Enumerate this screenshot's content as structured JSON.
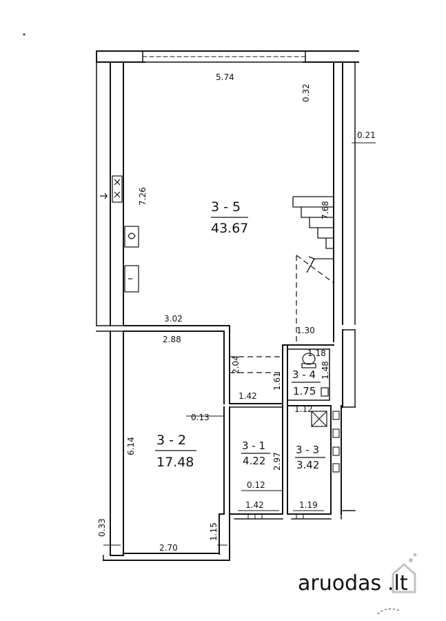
{
  "rooms": [
    {
      "id": "3 - 5",
      "area": "43.67"
    },
    {
      "id": "3 - 2",
      "area": "17.48"
    },
    {
      "id": "3 - 1",
      "area": "4.22"
    },
    {
      "id": "3 - 3",
      "area": "3.42"
    },
    {
      "id": "3 - 4",
      "area": "1.75"
    }
  ],
  "dimensions": {
    "top_width": "5.74",
    "top_right_depth": "0.32",
    "right_wall": "0.21",
    "main_height": "7.26",
    "stair_length": "7.68",
    "hall_width": "3.02",
    "bath_width": "1.30",
    "room2_width": "2.88",
    "corridor_depth": "2.04",
    "wc_height": "1.61",
    "wc_width": "1.18",
    "wc_depth": "1.48",
    "room1_width": "1.42",
    "room3_width": "1.12",
    "partition_room2": "0.13",
    "room2_height": "6.14",
    "room1_height": "2.97",
    "partition_room1": "0.12",
    "room1_bottom_width": "1.42",
    "room3_bottom_width": "1.19",
    "left_wall": "0.33",
    "room2_bottom_width": "2.70",
    "bottom_offset": "1.15"
  },
  "watermark": {
    "brand": "aruodas",
    "tld": ".lt"
  }
}
